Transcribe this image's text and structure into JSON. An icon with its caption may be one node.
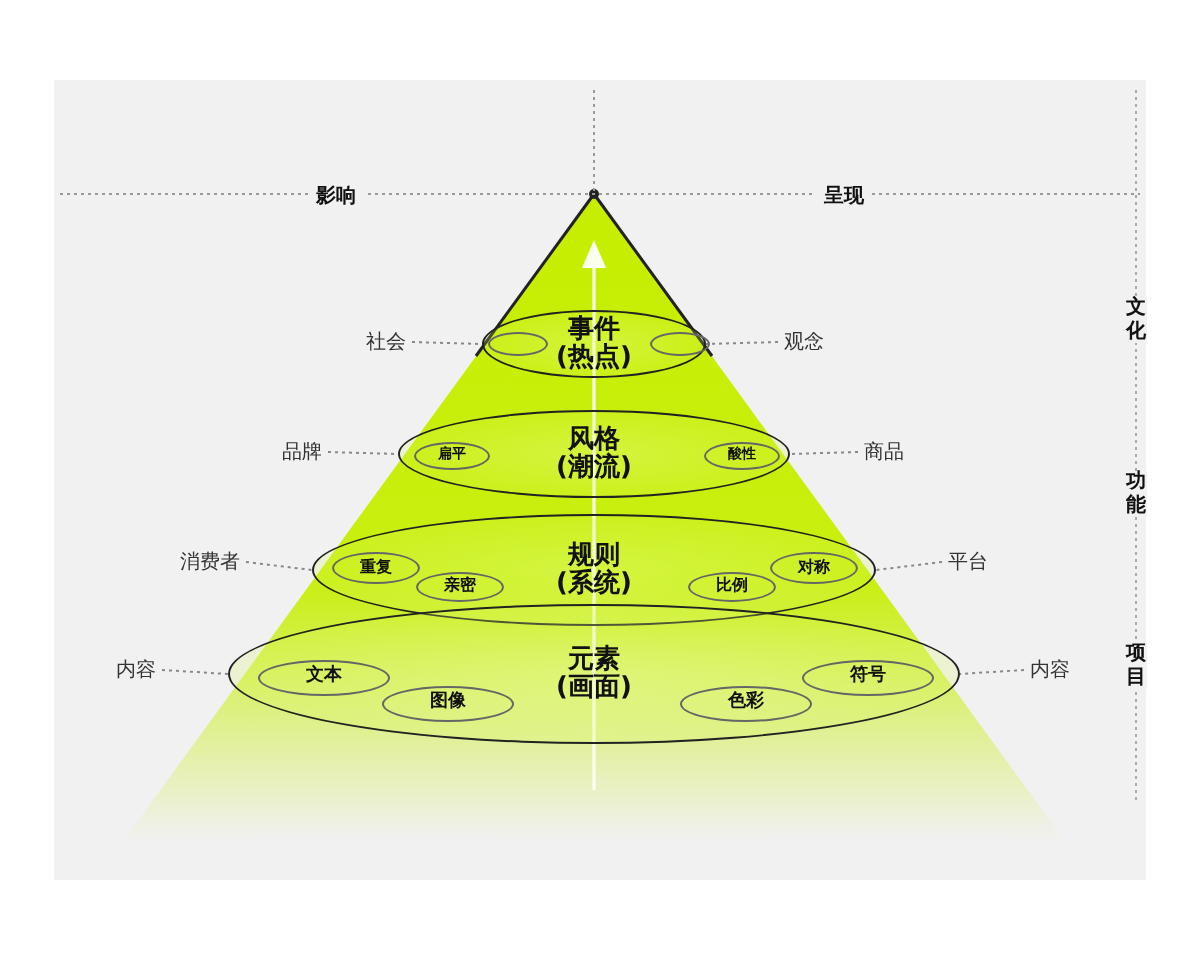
{
  "diagram": {
    "nodes": [
      {
        "text": [
          "事件",
          "(热点)"
        ]
      },
      {
        "text": [],
        "shape": "ellipse",
        "in": 0
      },
      {
        "text": [],
        "shape": "ellipse",
        "in": 0
      },
      {
        "text": [
          "风格",
          "(潮流)"
        ]
      },
      {
        "text": [
          "扁平"
        ],
        "in": 3
      },
      {
        "text": [
          "酸性"
        ],
        "in": 3
      },
      {
        "text": [
          "规则",
          "(系统)"
        ]
      },
      {
        "text": [
          "重复"
        ],
        "in": 6
      },
      {
        "text": [
          "亲密"
        ],
        "in": 6
      },
      {
        "text": [
          "比例"
        ],
        "in": 6
      },
      {
        "text": [
          "对称"
        ],
        "in": 6
      },
      {
        "text": [
          "元素",
          "(画面)"
        ]
      },
      {
        "text": [
          "文本"
        ],
        "in": 11
      },
      {
        "text": [
          "图像"
        ],
        "in": 11
      },
      {
        "text": [
          "色彩"
        ],
        "in": 11
      },
      {
        "text": [
          "符号"
        ],
        "in": 11
      },
      {
        "text": [
          "社会"
        ]
      },
      {
        "text": [
          "观念"
        ]
      },
      {
        "text": [
          "品牌"
        ]
      },
      {
        "text": [
          "商品"
        ]
      },
      {
        "text": [
          "消费者"
        ]
      },
      {
        "text": [
          "平台"
        ]
      },
      {
        "text": [
          "内容"
        ]
      },
      {
        "text": [
          "内容"
        ]
      }
    ],
    "edges": [
      {
        "from": 16,
        "to": 0,
        "arrow": "none",
        "style": "dashed"
      },
      {
        "from": 17,
        "to": 0,
        "arrow": "none",
        "style": "dashed"
      },
      {
        "from": 18,
        "to": 3,
        "arrow": "none",
        "style": "dashed"
      },
      {
        "from": 19,
        "to": 3,
        "arrow": "none",
        "style": "dashed"
      },
      {
        "from": 20,
        "to": 6,
        "arrow": "none",
        "style": "dashed"
      },
      {
        "from": 21,
        "to": 6,
        "arrow": "none",
        "style": "dashed"
      },
      {
        "from": 22,
        "to": 11,
        "arrow": "none",
        "style": "dashed"
      },
      {
        "from": 23,
        "to": 11,
        "arrow": "none",
        "style": "dashed"
      }
    ],
    "labels": [
      "影响",
      "呈现",
      "文化",
      "功能",
      "项目"
    ]
  }
}
